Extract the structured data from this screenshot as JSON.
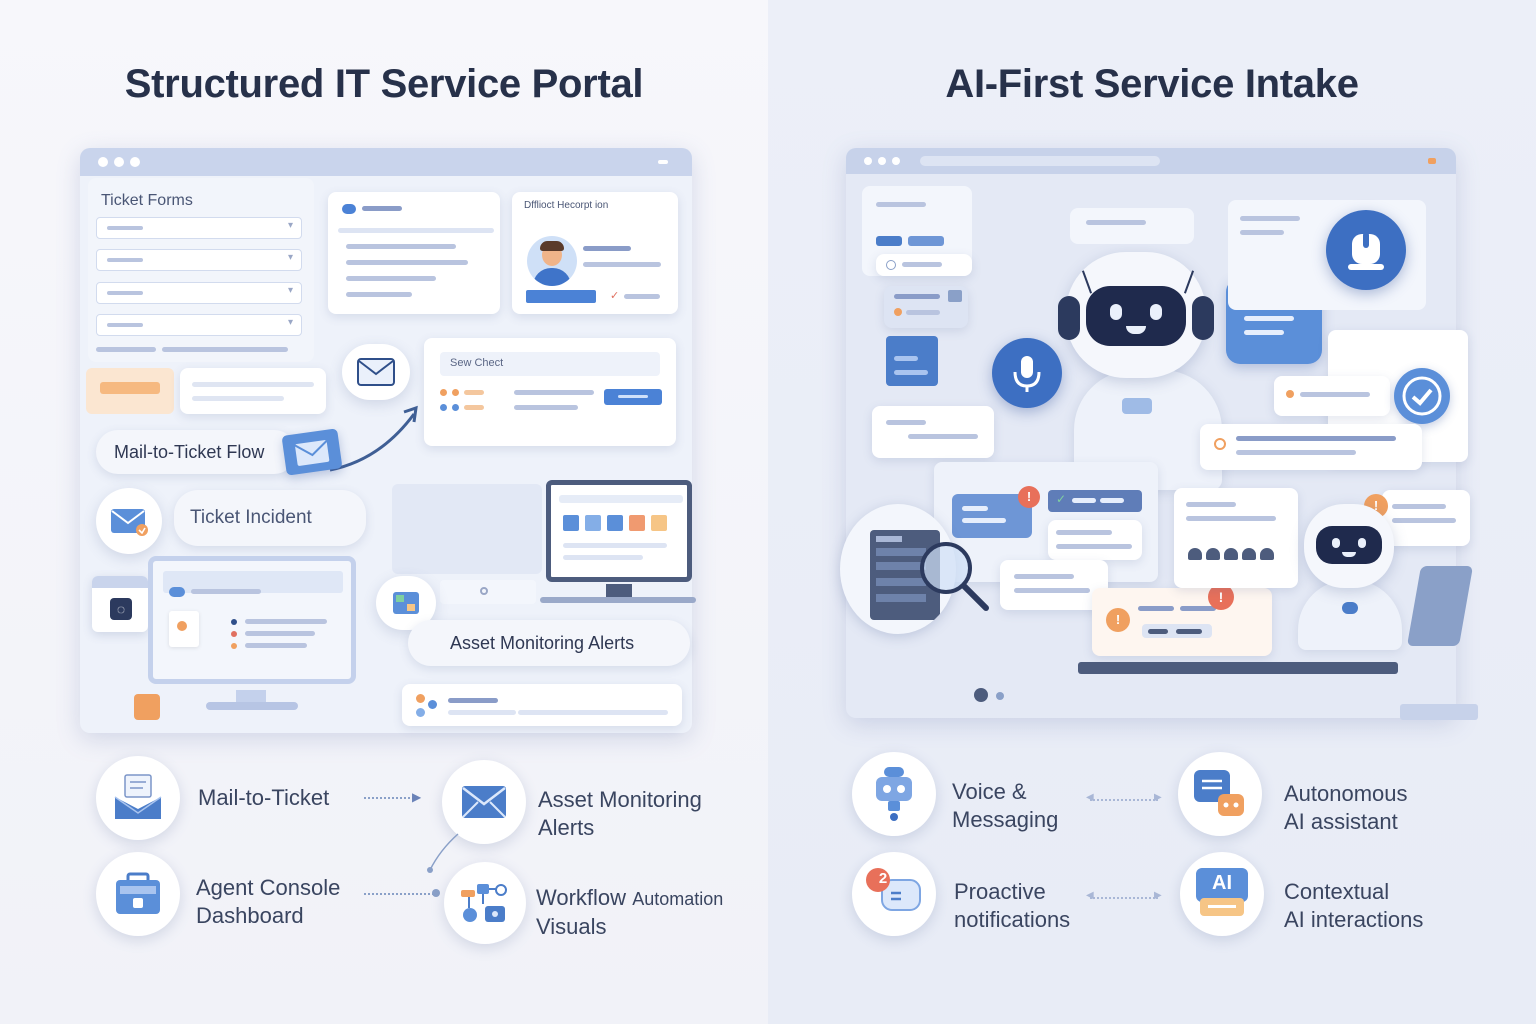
{
  "left": {
    "title": "Structured IT Service Portal",
    "ticket_forms_label": "Ticket Forms",
    "profile_card_label": "Dfflioct Hecorpt ion",
    "chat_card_label": "Sew Chect",
    "mail_flow_label": "Mail-to-Ticket Flow",
    "ticket_incident_label": "Ticket Incident",
    "asset_alerts_label": "Asset Monitoring Alerts",
    "features": [
      {
        "line1": "Mail-to-Ticket",
        "line2": ""
      },
      {
        "line1": "Asset Monitoring",
        "line2": "Alerts"
      },
      {
        "line1": "Agent Console",
        "line2": "Dashboard"
      },
      {
        "line1": "Workflow",
        "line1b": "Automation",
        "line2": "Visuals"
      }
    ]
  },
  "right": {
    "title": "AI-First Service Intake",
    "features": [
      {
        "line1": "Voice &",
        "line2": "Messaging"
      },
      {
        "line1": "Autonomous",
        "line2": "AI assistant"
      },
      {
        "line1": "Proactive",
        "line2": "notifications"
      },
      {
        "line1": "Contextual",
        "line2": "AI interactions"
      }
    ],
    "notification_badge": "2",
    "ai_icon_text": "AI"
  },
  "colors": {
    "accent_blue": "#4b82d6",
    "navy": "#27314a",
    "orange": "#f0a060",
    "red_badge": "#e8705a"
  }
}
